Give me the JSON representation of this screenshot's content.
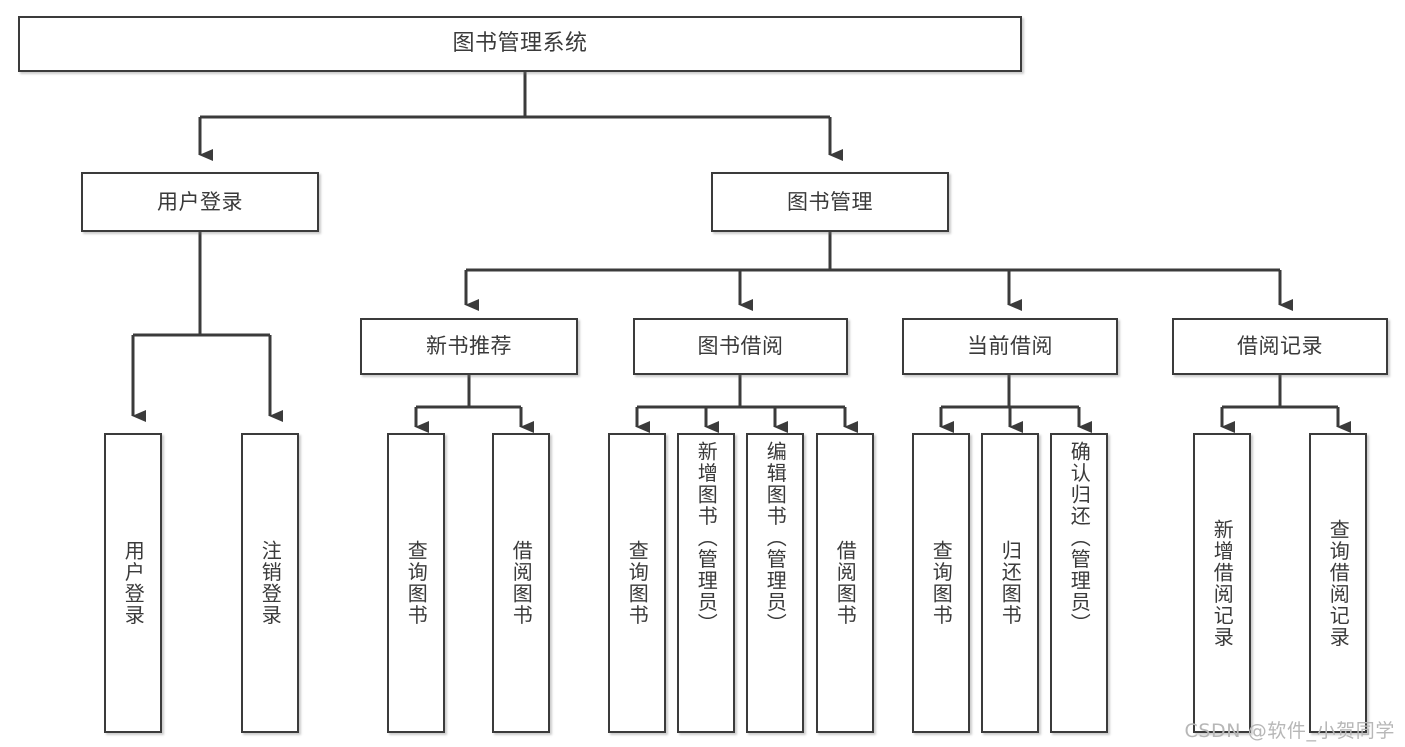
{
  "diagram": {
    "type": "tree-hierarchy-chart",
    "title": "图书管理系统",
    "line_color": "#3b3b3b",
    "box_fill": "#ffffff",
    "text_color": "#3a3a3a",
    "watermark": "CSDN @软件_小贺同学",
    "nodes": {
      "root": {
        "label": "图书管理系统"
      },
      "level2": [
        {
          "label": "用户登录"
        },
        {
          "label": "图书管理"
        }
      ],
      "level3": [
        {
          "label": "新书推荐"
        },
        {
          "label": "图书借阅"
        },
        {
          "label": "当前借阅"
        },
        {
          "label": "借阅记录"
        }
      ],
      "leaves_user_login": [
        {
          "label": "用户登录"
        },
        {
          "label": "注销登录"
        }
      ],
      "leaves_new_book": [
        {
          "label": "查询图书"
        },
        {
          "label": "借阅图书"
        }
      ],
      "leaves_borrow": [
        {
          "label": "查询图书"
        },
        {
          "label": "新增图书（管理员）"
        },
        {
          "label": "编辑图书（管理员）"
        },
        {
          "label": "借阅图书"
        }
      ],
      "leaves_current": [
        {
          "label": "查询图书"
        },
        {
          "label": "归还图书"
        },
        {
          "label": "确认归还（管理员）"
        }
      ],
      "leaves_record": [
        {
          "label": "新增借阅记录"
        },
        {
          "label": "查询借阅记录"
        }
      ]
    }
  }
}
